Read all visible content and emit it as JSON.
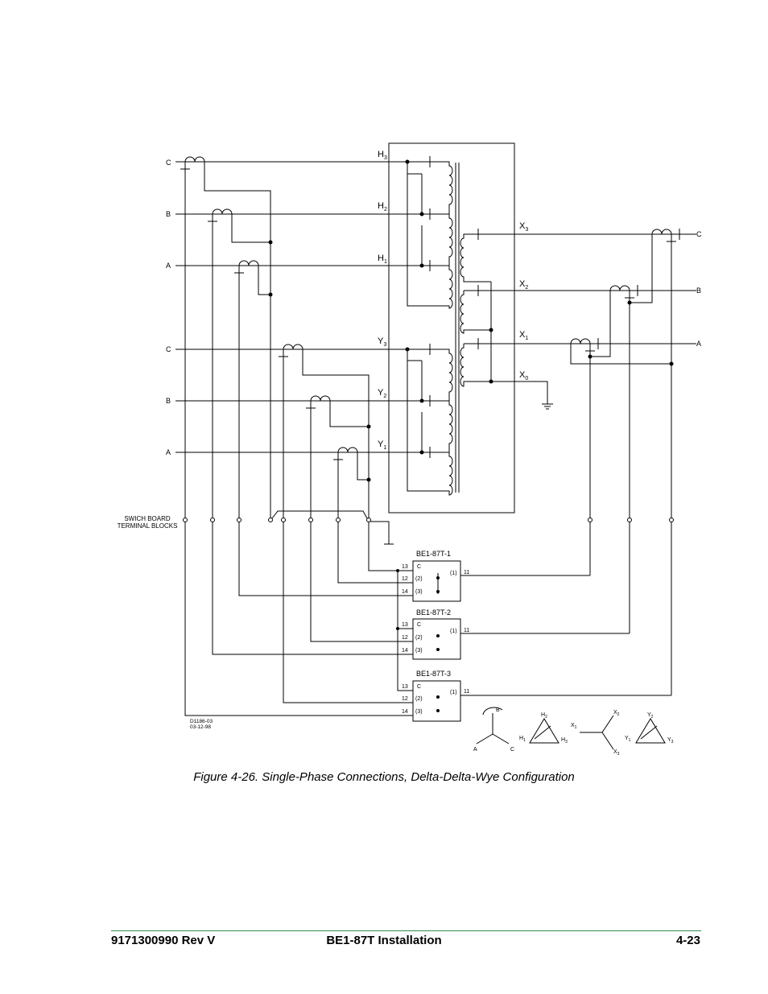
{
  "figure": {
    "caption": "Figure 4-26. Single-Phase Connections, Delta-Delta-Wye Configuration",
    "drawing_number": "D1186-03",
    "drawing_date": "03-12-98",
    "switchboard_label_1": "SWICH BOARD",
    "switchboard_label_2": "TERMINAL BLOCKS",
    "left_phases": [
      "C",
      "B",
      "A",
      "C",
      "B",
      "A"
    ],
    "right_phases": [
      "C",
      "B",
      "A"
    ],
    "winding_labels": {
      "h_letter": "H",
      "x_letter": "X",
      "y_letter": "Y",
      "h3": "3",
      "h2": "2",
      "h1": "1",
      "x3": "3",
      "x2": "2",
      "x1": "1",
      "x0": "0",
      "y3": "3",
      "y2": "2",
      "y1": "1"
    },
    "relays": [
      {
        "name": "BE1-87T-1",
        "t13": "13",
        "t12": "12",
        "t14": "14",
        "c": "C",
        "r2": "(2)",
        "r3": "(3)",
        "r1": "(1)",
        "t11": "11"
      },
      {
        "name": "BE1-87T-2",
        "t13": "13",
        "t12": "12",
        "t14": "14",
        "c": "C",
        "r2": "(2)",
        "r3": "(3)",
        "r1": "(1)",
        "t11": "11"
      },
      {
        "name": "BE1-87T-3",
        "t13": "13",
        "t12": "12",
        "t14": "14",
        "c": "C",
        "r2": "(2)",
        "r3": "(3)",
        "r1": "(1)",
        "t11": "11"
      }
    ],
    "rotation": {
      "a": "A",
      "b": "B",
      "c": "C"
    }
  },
  "footer": {
    "doc_number": "9171300990 Rev V",
    "title": "BE1-87T Installation",
    "page": "4-23"
  }
}
